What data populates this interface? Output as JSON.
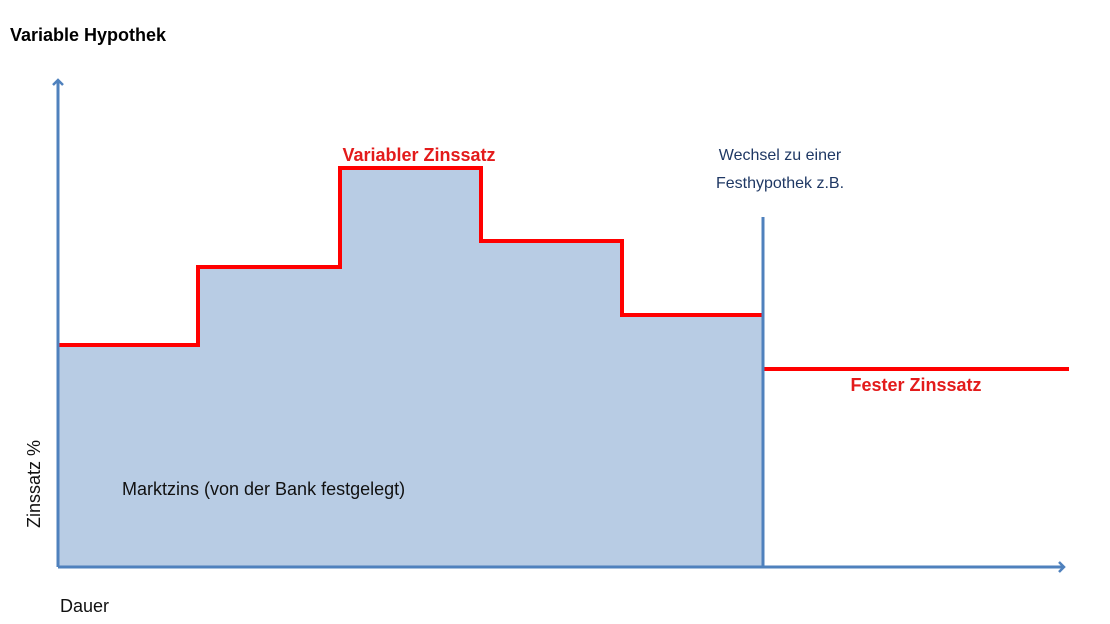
{
  "title": "Variable Hypothek",
  "y_axis_label": "Zinssatz %",
  "x_axis_label": "Dauer",
  "labels": {
    "variable_rate": "Variabler Zinssatz",
    "switch_line1": "Wechsel zu einer",
    "switch_line2": "Festhypothek z.B.",
    "fixed_rate": "Fester Zinssatz",
    "market_rate": "Marktzins (von der Bank festgelegt)"
  },
  "colors": {
    "area_fill": "#b8cce4",
    "rate_line": "#ff0000",
    "axis": "#4f81bd",
    "annotation_text": "#1f3864",
    "red_text": "#e31b1b"
  }
}
